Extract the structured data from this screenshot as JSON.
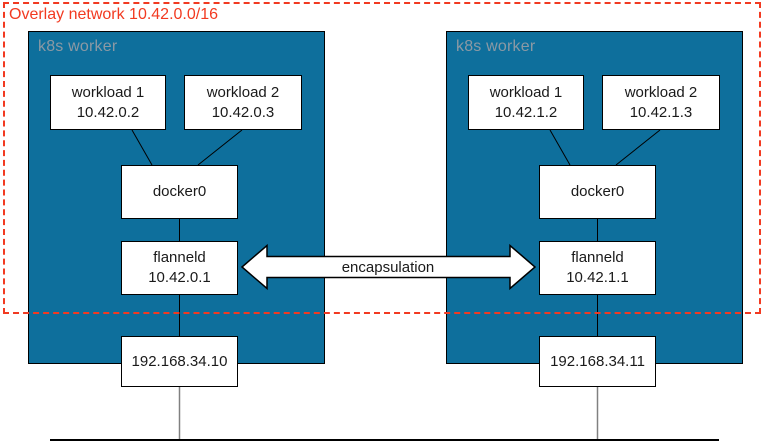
{
  "title": "Overlay network 10.42.0.0/16",
  "arrow_label": "encapsulation",
  "colors": {
    "worker_fill": "#0e6f9c",
    "overlay_red": "#f23a21",
    "worker_label_gray": "#8b99a4",
    "connector_gray": "#808080",
    "line_black": "#000000"
  },
  "workers": [
    {
      "label": "k8s worker",
      "workload1": {
        "name": "workload 1",
        "ip": "10.42.0.2"
      },
      "workload2": {
        "name": "workload 2",
        "ip": "10.42.0.3"
      },
      "bridge": "docker0",
      "flannel": {
        "name": "flanneld",
        "ip": "10.42.0.1"
      },
      "host_ip": "192.168.34.10"
    },
    {
      "label": "k8s worker",
      "workload1": {
        "name": "workload 1",
        "ip": "10.42.1.2"
      },
      "workload2": {
        "name": "workload 2",
        "ip": "10.42.1.3"
      },
      "bridge": "docker0",
      "flannel": {
        "name": "flanneld",
        "ip": "10.42.1.1"
      },
      "host_ip": "192.168.34.11"
    }
  ]
}
